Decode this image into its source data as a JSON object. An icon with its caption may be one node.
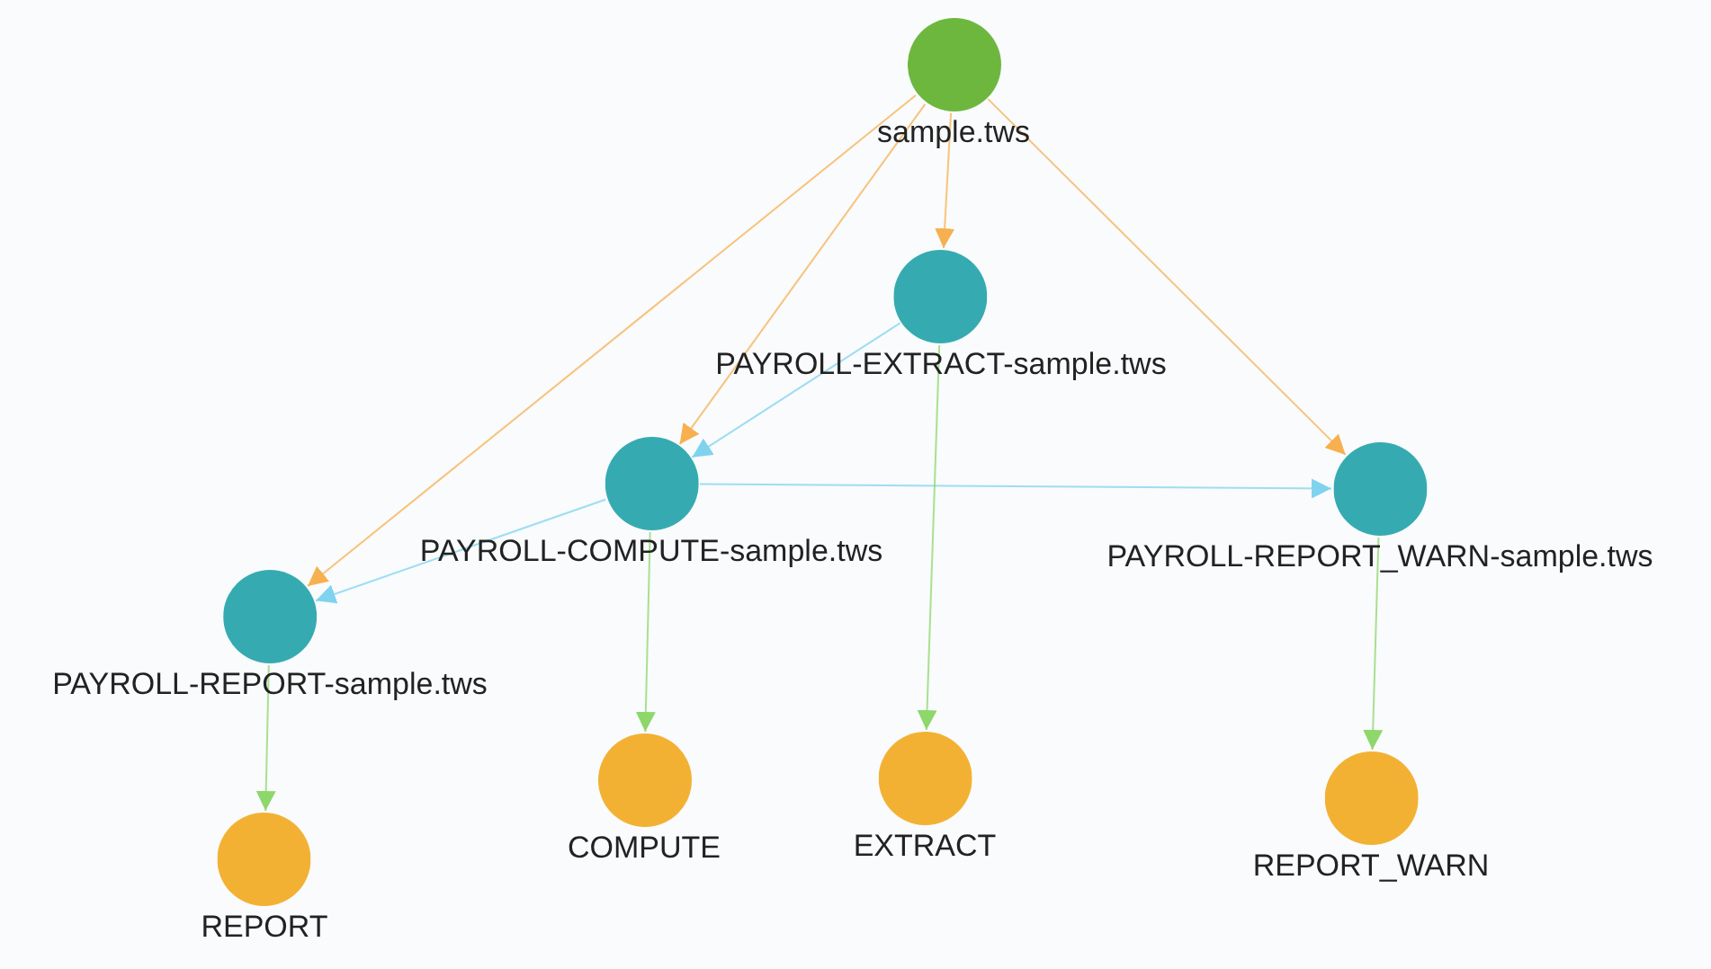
{
  "diagram": {
    "nodes": [
      {
        "text": [
          "sample.tws"
        ]
      },
      {
        "text": [
          "PAYROLL-EXTRACT-sample.tws"
        ]
      },
      {
        "text": [
          "PAYROLL-COMPUTE-sample.tws"
        ]
      },
      {
        "text": [
          "PAYROLL-REPORT_WARN-sample.tws"
        ]
      },
      {
        "text": [
          "PAYROLL-REPORT-sample.tws"
        ]
      },
      {
        "text": [
          "COMPUTE"
        ]
      },
      {
        "text": [
          "EXTRACT"
        ]
      },
      {
        "text": [
          "REPORT"
        ]
      },
      {
        "text": [
          "REPORT_WARN"
        ]
      }
    ],
    "edges": [
      {
        "from": 0,
        "to": 1,
        "arrow": "to",
        "color": "#f7b04f"
      },
      {
        "from": 0,
        "to": 2,
        "arrow": "to",
        "color": "#f7b04f"
      },
      {
        "from": 0,
        "to": 3,
        "arrow": "to",
        "color": "#f7b04f"
      },
      {
        "from": 0,
        "to": 4,
        "arrow": "to",
        "color": "#f7b04f"
      },
      {
        "from": 1,
        "to": 2,
        "arrow": "to",
        "color": "#7fd3ef"
      },
      {
        "from": 2,
        "to": 3,
        "arrow": "to",
        "color": "#7fd3ef"
      },
      {
        "from": 2,
        "to": 4,
        "arrow": "to",
        "color": "#7fd3ef"
      },
      {
        "from": 1,
        "to": 6,
        "arrow": "to",
        "color": "#8ed76a"
      },
      {
        "from": 2,
        "to": 5,
        "arrow": "to",
        "color": "#8ed76a"
      },
      {
        "from": 4,
        "to": 7,
        "arrow": "to",
        "color": "#8ed76a"
      },
      {
        "from": 3,
        "to": 8,
        "arrow": "to",
        "color": "#8ed76a"
      }
    ]
  }
}
